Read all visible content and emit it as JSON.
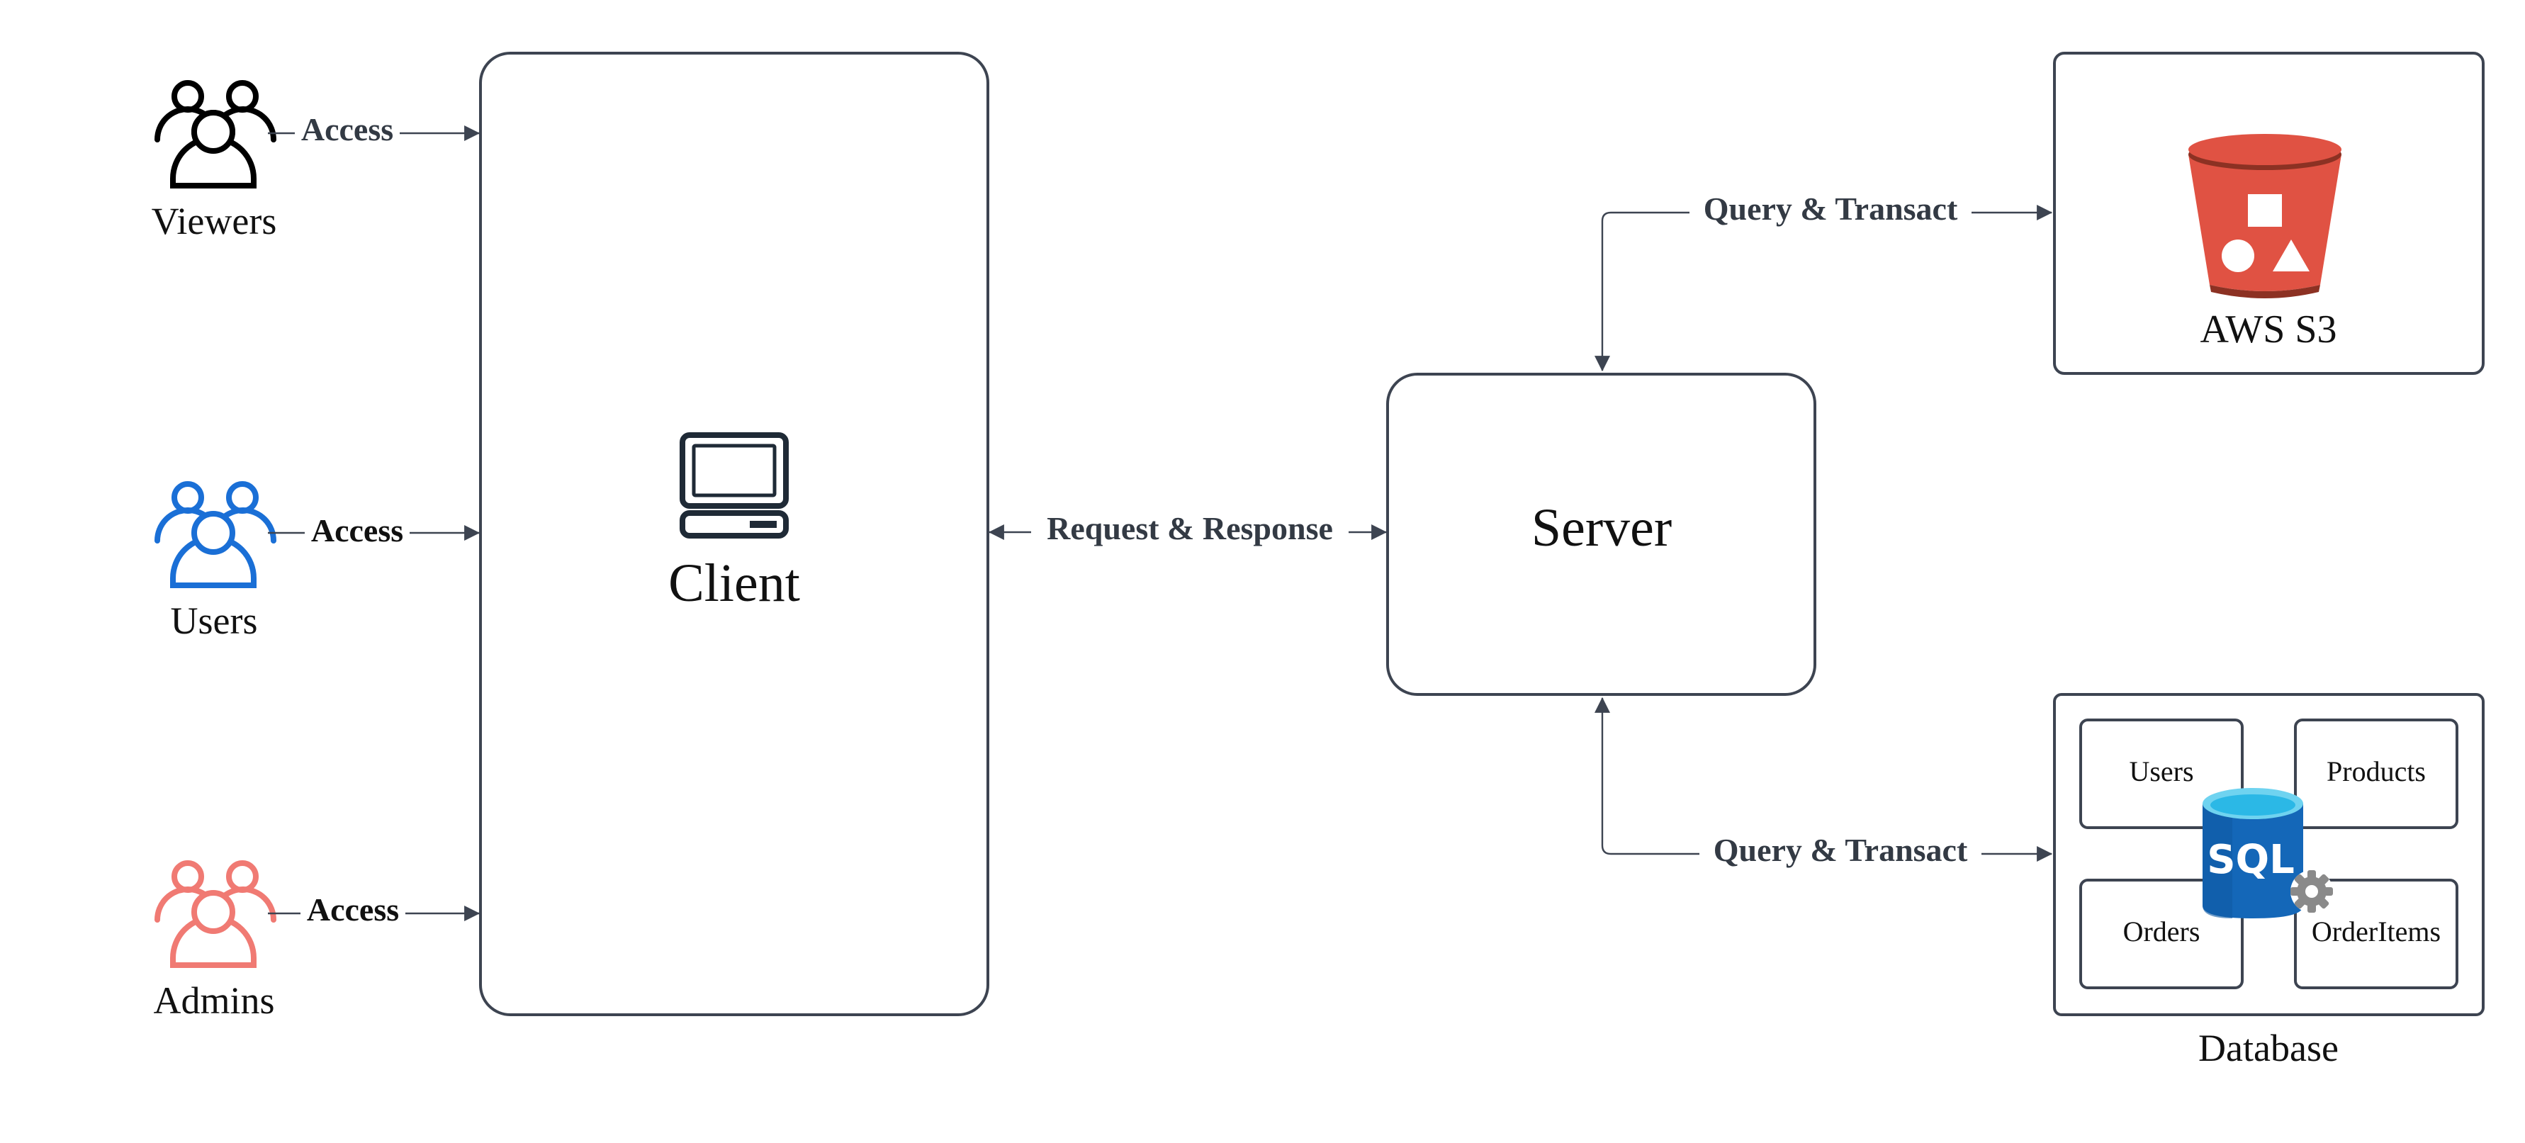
{
  "actors": {
    "viewers": {
      "label": "Viewers",
      "arrow_label": "Access",
      "color": "#000000"
    },
    "users": {
      "label": "Users",
      "arrow_label": "Access",
      "color": "#1a6fd6"
    },
    "admins": {
      "label": "Admins",
      "arrow_label": "Access",
      "color": "#f07a73"
    }
  },
  "client": {
    "label": "Client",
    "icon": "computer-icon"
  },
  "link_client_server": {
    "label": "Request & Response"
  },
  "server": {
    "label": "Server"
  },
  "link_server_s3": {
    "label": "Query & Transact"
  },
  "link_server_db": {
    "label": "Query & Transact"
  },
  "s3": {
    "label": "AWS S3",
    "icon": "s3-bucket-icon",
    "color": "#e05243"
  },
  "database": {
    "label": "Database",
    "icon": "sql-database-icon",
    "icon_text": "SQL",
    "tables": [
      "Users",
      "Products",
      "Orders",
      "OrderItems"
    ]
  }
}
